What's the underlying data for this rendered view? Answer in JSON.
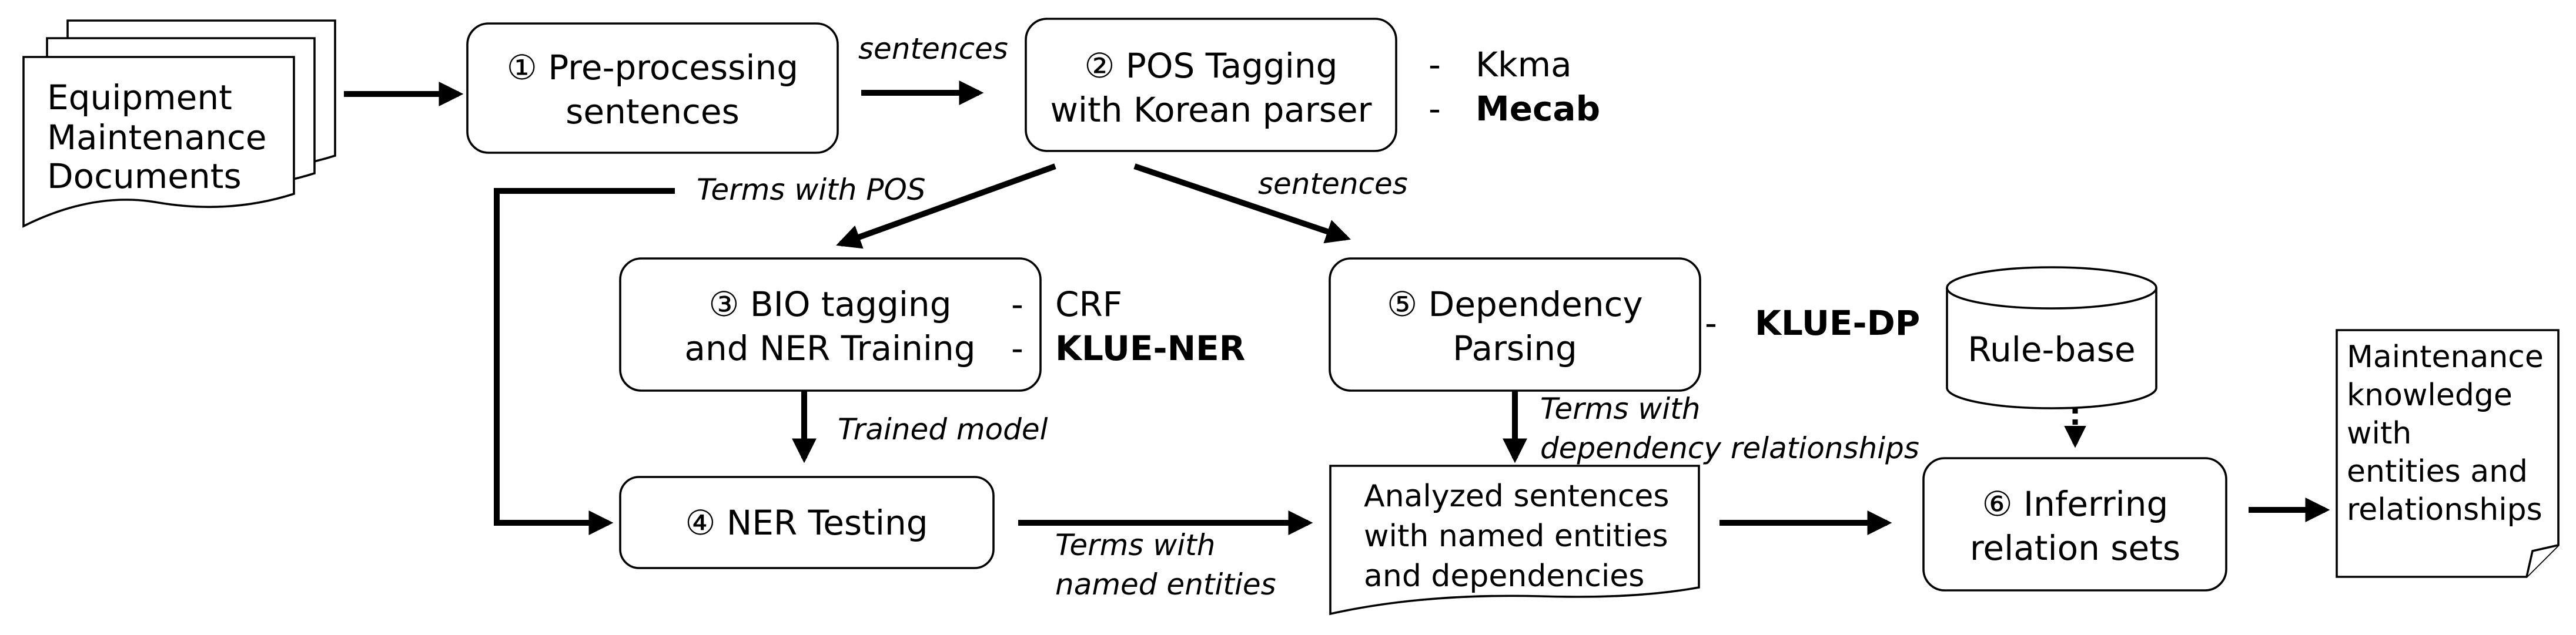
{
  "input_docs": {
    "lines": [
      "Equipment",
      "Maintenance",
      "Documents"
    ]
  },
  "step1": {
    "line1": "① Pre-processing",
    "line2": "sentences"
  },
  "step2": {
    "line1": "② POS Tagging",
    "line2": "with Korean parser",
    "tools": [
      "Kkma",
      "Mecab"
    ]
  },
  "step3": {
    "line1": "③ BIO tagging",
    "line2": "and NER Training",
    "tools": [
      "CRF",
      "KLUE-NER"
    ]
  },
  "step4": {
    "line1": "④ NER Testing"
  },
  "step5": {
    "line1": "⑤ Dependency",
    "line2": "Parsing",
    "tools": [
      "KLUE-DP"
    ]
  },
  "step6": {
    "line1": "⑥ Inferring",
    "line2": "relation sets"
  },
  "rule_base": {
    "label": "Rule-base"
  },
  "analyzed": {
    "lines": [
      "Analyzed sentences",
      "with named entities",
      "and dependencies"
    ]
  },
  "output_doc": {
    "lines": [
      "Maintenance",
      "knowledge",
      "with",
      "entities and",
      "relationships"
    ]
  },
  "edge_labels": {
    "sentences_1": "sentences",
    "terms_with_pos": "Terms with POS",
    "sentences_2": "sentences",
    "trained_model": "Trained model",
    "terms_with_dep_1": "Terms with",
    "terms_with_dep_2": "dependency relationships",
    "terms_with_ne_1": "Terms with",
    "terms_with_ne_2": "named entities"
  },
  "bullet": "-"
}
